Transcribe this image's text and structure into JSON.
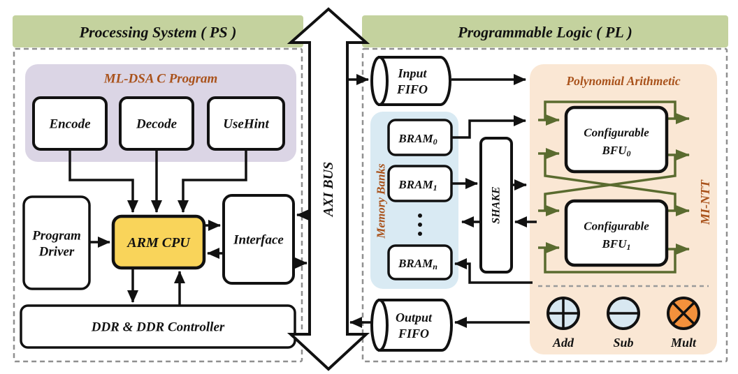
{
  "colors": {
    "header_green": "#c4d29e",
    "program_purple": "#dbd5e5",
    "cpu_yellow": "#f9d45a",
    "banks_blue": "#d9eaf3",
    "poly_orange": "#fae7d4",
    "green_arrow": "#5a6b2f",
    "brown_text": "#a9521b",
    "mult_orange": "#f4913c",
    "op_blue": "#d8e8f1"
  },
  "icons": {
    "add": "circle-plus",
    "sub": "circle-minus",
    "mult": "circle-cross",
    "axi_bus": "double-headed-arrow",
    "fifo": "cylinder",
    "ellipsis": "vertical-dots"
  },
  "ps": {
    "title": "Processing System ( PS )",
    "program_group": {
      "title": "ML-DSA C Program",
      "boxes": [
        "Encode",
        "Decode",
        "UseHint"
      ]
    },
    "program_driver": {
      "line1": "Program",
      "line2": "Driver"
    },
    "arm_cpu": "ARM CPU",
    "interface": "Interface",
    "ddr": "DDR & DDR Controller"
  },
  "bus": {
    "label": "AXI BUS"
  },
  "pl": {
    "title": "Programmable Logic ( PL )",
    "input_fifo": {
      "line1": "Input",
      "line2": "FIFO"
    },
    "output_fifo": {
      "line1": "Output",
      "line2": "FIFO"
    },
    "memory_banks": {
      "title": "Memory Banks",
      "brams": [
        {
          "base": "BRAM",
          "sub": "0"
        },
        {
          "base": "BRAM",
          "sub": "1"
        },
        {
          "base": "BRAM",
          "sub": "n"
        }
      ]
    },
    "shake": "SHAKE",
    "poly": {
      "title": "Polynomial Arithmetic",
      "bfus": [
        {
          "line1": "Configurable",
          "base": "BFU",
          "sub": "0"
        },
        {
          "line1": "Configurable",
          "base": "BFU",
          "sub": "1"
        }
      ],
      "mi_ntt": "MI-NTT",
      "ops": [
        "Add",
        "Sub",
        "Mult"
      ]
    }
  }
}
